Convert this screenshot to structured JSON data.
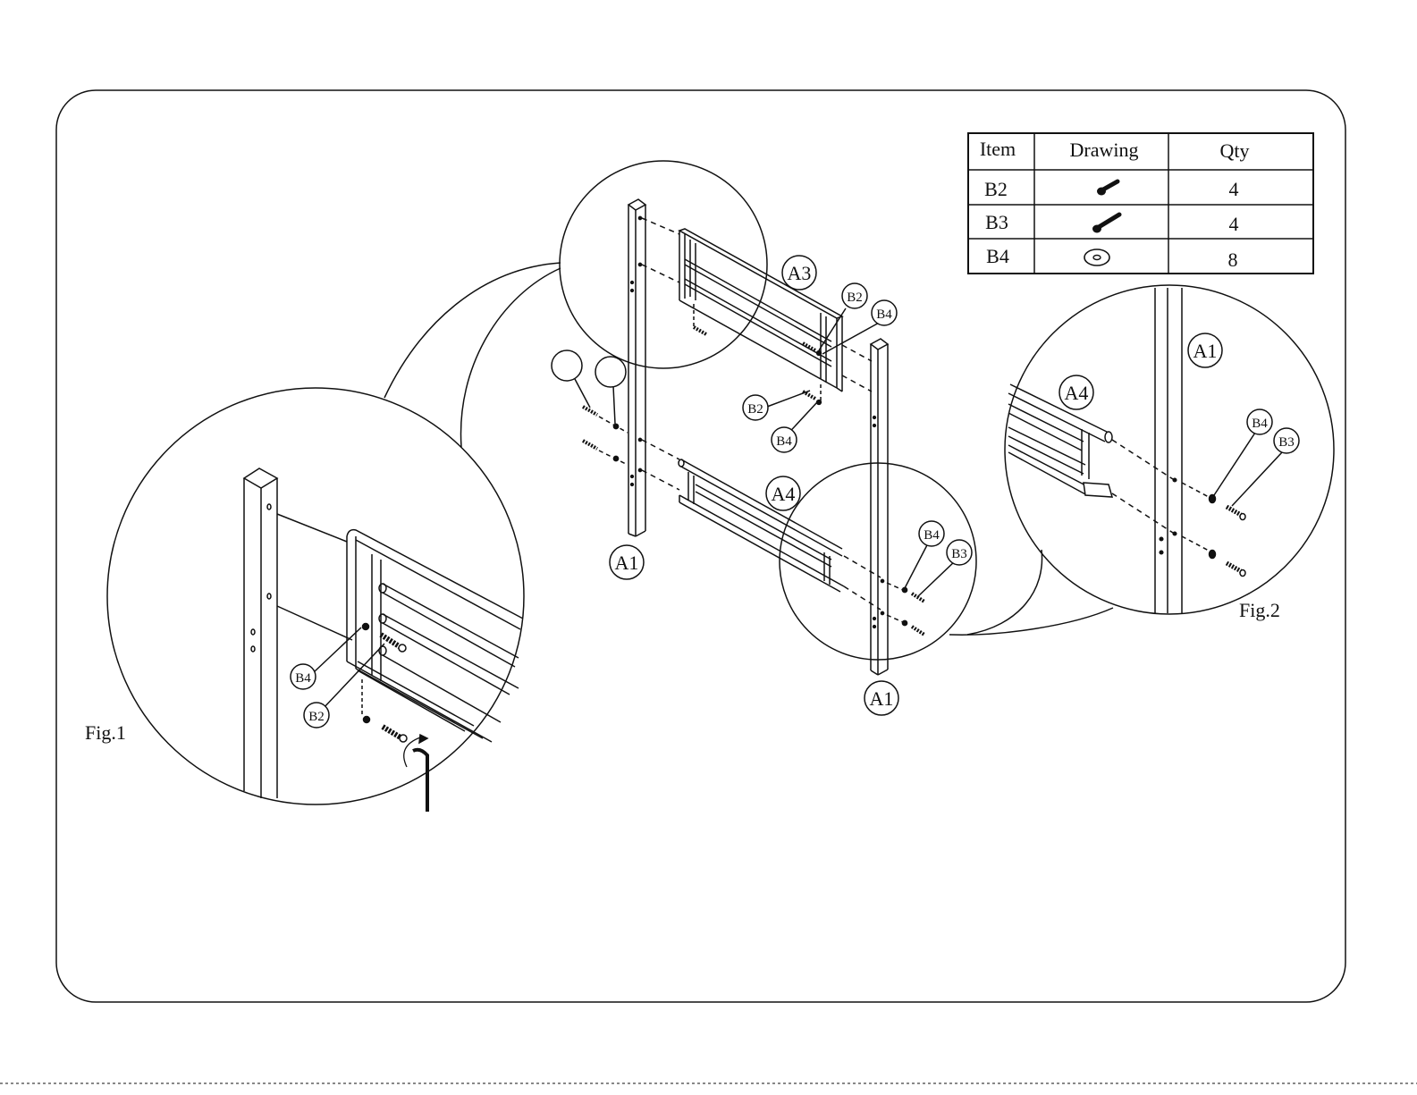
{
  "figure_labels": {
    "fig1": "Fig.1",
    "fig2": "Fig.2"
  },
  "parts_table": {
    "headers": [
      "Item",
      "Drawing",
      "Qty"
    ],
    "rows": [
      {
        "item": "B2",
        "drawing_icon": "short-bolt-icon",
        "qty": "4"
      },
      {
        "item": "B3",
        "drawing_icon": "long-bolt-icon",
        "qty": "4"
      },
      {
        "item": "B4",
        "drawing_icon": "washer-icon",
        "qty": "8"
      }
    ]
  },
  "callouts": {
    "main_a1_left": "A1",
    "main_a1_right": "A1",
    "main_a3": "A3",
    "main_a4": "A4",
    "main_b2_top": "B2",
    "main_b4_top": "B4",
    "main_b2_mid": "B2",
    "main_b4_mid": "B4",
    "main_b4_right": "B4",
    "main_b3_right": "B3",
    "fig1_b4": "B4",
    "fig1_b2": "B2",
    "fig2_a1": "A1",
    "fig2_a4": "A4",
    "fig2_b4": "B4",
    "fig2_b3": "B3"
  },
  "empty_callouts": 2
}
